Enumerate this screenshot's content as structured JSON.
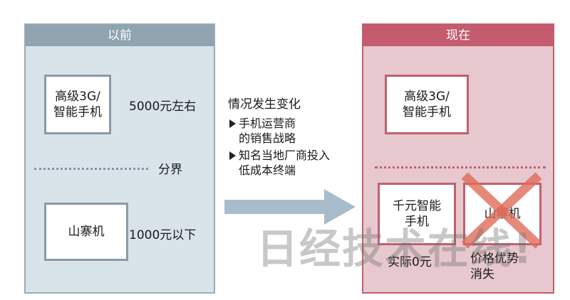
{
  "before": {
    "header": "以前",
    "box_high_line1": "高级3G/",
    "box_high_line2": "智能手机",
    "price_high": "5000元左右",
    "divider_label": "分界",
    "box_low": "山寨机",
    "price_low": "1000元以下"
  },
  "middle": {
    "title": "情况发生变化",
    "bullet1_line1": "手机运营商",
    "bullet1_line2": "的销售战略",
    "bullet2_line1": "知名当地厂商投入",
    "bullet2_line2": "低成本终端"
  },
  "after": {
    "header": "现在",
    "box_high_line1": "高级3G/",
    "box_high_line2": "智能手机",
    "box_thousand_line1": "千元智能",
    "box_thousand_line2": "手机",
    "thousand_price": "实际0元",
    "box_shanzhai": "山寨机",
    "shanzhai_status_line1": "价格优势",
    "shanzhai_status_line2": "消失"
  },
  "watermark": "日经技术在线!",
  "colors": {
    "before_bg": "#d9e3ea",
    "before_header": "#8fa3b0",
    "after_bg": "#e7c8ce",
    "after_header": "#c45b6e",
    "arrow": "#a9bccb",
    "cross": "#e06c5a"
  }
}
